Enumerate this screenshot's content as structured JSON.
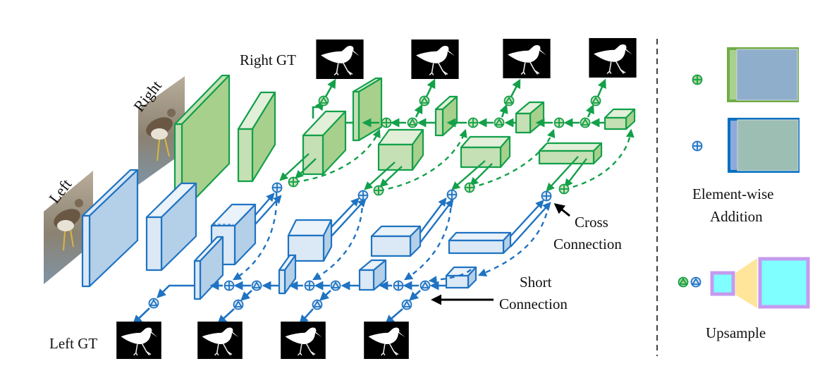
{
  "labels": {
    "left_input": "Left",
    "right_input": "Right",
    "right_gt": "Right GT",
    "left_gt": "Left GT",
    "cross_connection_1": "Cross",
    "cross_connection_2": "Connection",
    "short_connection_1": "Short",
    "short_connection_2": "Connection"
  },
  "legend": {
    "addition_1": "Element-wise",
    "addition_2": "Addition",
    "upsample": "Upsample"
  },
  "colors": {
    "green_stroke": "#13a04a",
    "green_fill": "#a8d08d",
    "green_light": "#c5e0b4",
    "green_top": "#e2efd9",
    "blue_stroke": "#1f73c2",
    "blue_fill": "#b4cfe8",
    "blue_light": "#dbe8f5",
    "blue_top": "#eaf2fa",
    "legend_green_frame": "#70ad47",
    "legend_green_inner": "#a9d18e",
    "legend_green_overlay": "#8faecb",
    "legend_blue_frame": "#0070c0",
    "legend_blue_inner": "#8fa9dc",
    "legend_blue_overlay": "#9dbfb3",
    "upsample_cyan": "#7fffff",
    "upsample_purple": "#c49bef",
    "upsample_yellow": "#ffe599"
  },
  "icons": {
    "addition": "circle-plus-icon",
    "upsample": "circle-triangle-icon",
    "gt_mask": "bird-silhouette-icon",
    "input_photo": "bird-photo-icon"
  }
}
